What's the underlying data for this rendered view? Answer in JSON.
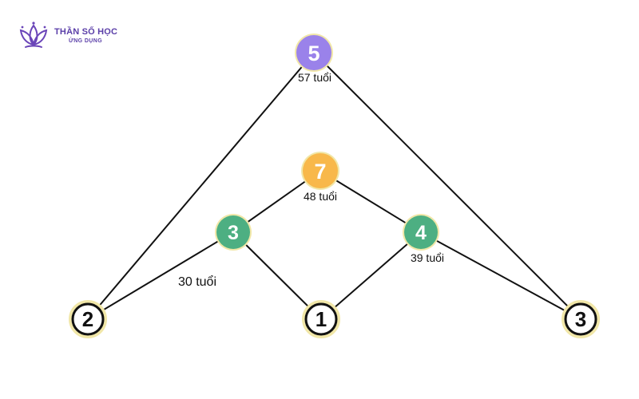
{
  "brand": {
    "title": "THẦN SỐ HỌC",
    "subtitle": "ỨNG DỤNG",
    "color": "#5a3ea8",
    "icon": "lotus-icon"
  },
  "peaks": [
    {
      "id": "peak1",
      "number": "3",
      "age": "30 tuổi",
      "color": "#4daf82"
    },
    {
      "id": "peak2",
      "number": "4",
      "age": "39 tuổi",
      "color": "#4daf82"
    },
    {
      "id": "peak3",
      "number": "7",
      "age": "48 tuổi",
      "color": "#f8b84a"
    },
    {
      "id": "peak4",
      "number": "5",
      "age": "57 tuổi",
      "color": "#9a82ea"
    }
  ],
  "base": [
    {
      "id": "base-left",
      "number": "2"
    },
    {
      "id": "base-center",
      "number": "1"
    },
    {
      "id": "base-right",
      "number": "3"
    }
  ]
}
